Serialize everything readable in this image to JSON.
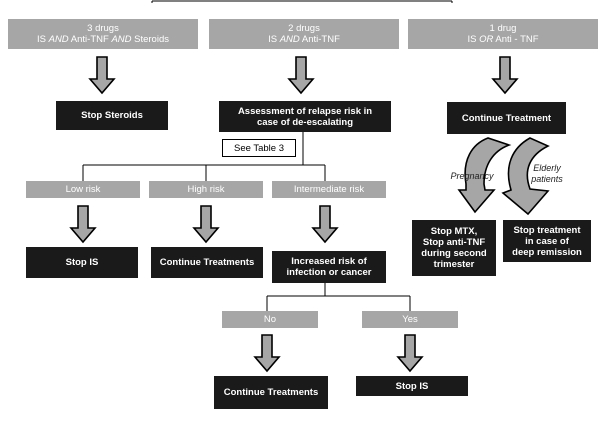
{
  "drug_groups": [
    {
      "line1": "3 drugs",
      "pre": "IS ",
      "em1": "AND",
      "mid": " Anti-TNF ",
      "em2": "AND",
      "post": " Steroids"
    },
    {
      "line1": "2 drugs",
      "pre": "IS ",
      "em1": "AND",
      "mid": " Anti-TNF",
      "em2": "",
      "post": ""
    },
    {
      "line1": "1 drug",
      "pre": "IS ",
      "em1": "OR",
      "mid": " Anti - TNF",
      "em2": "",
      "post": ""
    }
  ],
  "stop_steroids": "Stop Steroids",
  "assessment": {
    "line1": "Assessment of relapse risk in",
    "line2": "case of de-escalating"
  },
  "see_table": "See Table 3",
  "continue_treatment_top": "Continue Treatment",
  "risk_levels": [
    "Low risk",
    "High risk",
    "Intermediate risk"
  ],
  "stop_is_low": "Stop IS",
  "continue_treatments_high": "Continue Treatments",
  "increased_risk": {
    "line1": "Increased risk of",
    "line2": "infection or cancer"
  },
  "answers": [
    "No",
    "Yes"
  ],
  "continue_treatments_no": "Continue Treatments",
  "stop_is_yes": "Stop IS",
  "pregnancy_label": "Pregnancy",
  "elderly_label": {
    "line1": "Elderly",
    "line2": "patients"
  },
  "stop_mtx": {
    "line1": "Stop MTX,",
    "line2": "Stop anti-TNF",
    "line3": "during second",
    "line4": "trimester"
  },
  "stop_treatment_remission": {
    "line1": "Stop treatment",
    "line2": "in case of",
    "line3": "deep remission"
  },
  "colors": {
    "header_fill": "#a6a6a6",
    "action_fill": "#1a1a1a",
    "arrow_fill": "#a6a6a6",
    "line": "#000000"
  }
}
